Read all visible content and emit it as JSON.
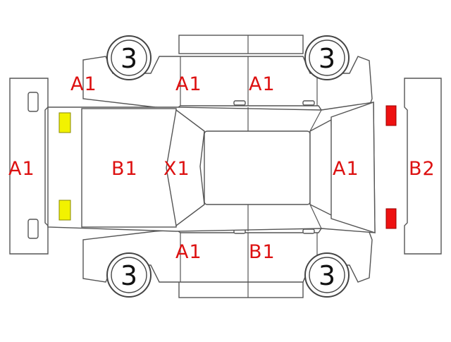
{
  "colors": {
    "outline": "#555555",
    "label_red": "#dd1111",
    "lamp_yellow": "#f2f200",
    "lamp_red": "#ee1111"
  },
  "wheels": {
    "front_left": "3",
    "rear_left": "3",
    "front_right": "3",
    "rear_right": "3"
  },
  "labels": {
    "left_front_corner": "A1",
    "front_bumper": "A1",
    "hood": "B1",
    "windshield": "X1",
    "left_front_door": "A1",
    "left_rear_door": "A1",
    "right_front_door": "A1",
    "right_rear_door": "B1",
    "trunk": "A1",
    "rear_bumper": "B2"
  },
  "lamps": {
    "front": "yellow",
    "rear": "red"
  }
}
